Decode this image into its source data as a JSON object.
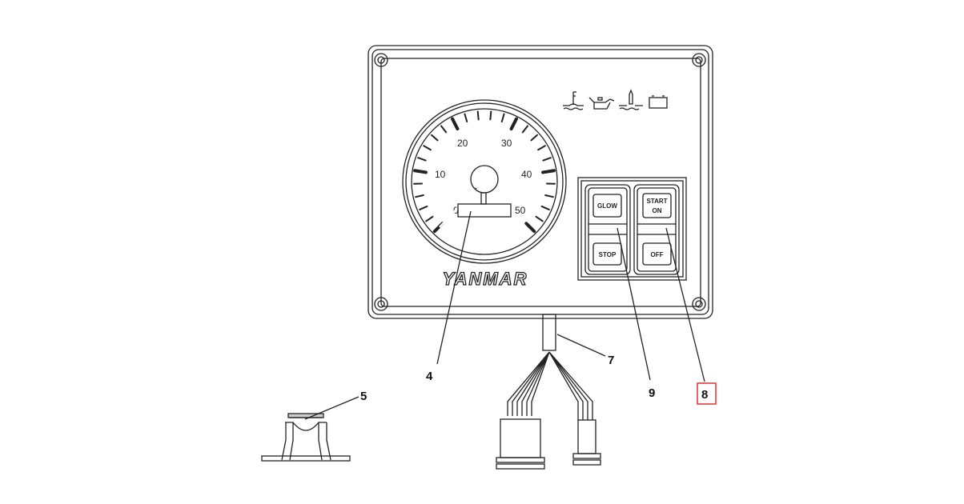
{
  "diagram": {
    "brand_logo": "YANMAR",
    "gauge": {
      "scale_labels": [
        "0",
        "10",
        "20",
        "30",
        "40",
        "50"
      ]
    },
    "indicator_icons": [
      "water-temperature-icon",
      "oil-pressure-icon",
      "coolant-icon",
      "battery-charge-icon"
    ],
    "switches": {
      "left_top": "GLOW",
      "left_bottom": "STOP",
      "right_top_line1": "START",
      "right_top_line2": "ON",
      "right_bottom": "OFF"
    },
    "callouts": {
      "c4": "4",
      "c5": "5",
      "c7": "7",
      "c8": "8",
      "c9": "9"
    },
    "highlight_color": "#e03030"
  }
}
